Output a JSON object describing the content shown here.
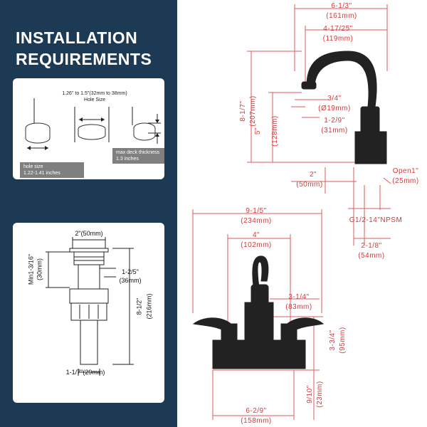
{
  "title": {
    "line1": "INSTALLATION",
    "line2": "REQUIREMENTS"
  },
  "hole_card": {
    "hole_size_range": "1.26\" to 1.5\"(32mm to 38mm)",
    "hole_size_label": "Hole Size",
    "deck_note_line1": "max deck thickness",
    "deck_note_line2": "1.3 inches",
    "hole_note_line1": "hole size",
    "hole_note_line2": "1.22-1.41 inches"
  },
  "drain_card": {
    "top_width": "2\"(50mm)",
    "min_height": "Min1-3/16\"",
    "min_height_mm": "(30mm)",
    "side_width": "1-2/5\"",
    "side_width_mm": "(36mm)",
    "total_height": "8-1/2\"",
    "total_height_mm": "(216mm)",
    "bottom_width": "1-1/7\"(29mm)"
  },
  "side_view": {
    "reach_total": "6-1/3\"",
    "reach_total_mm": "(161mm)",
    "reach_spout": "4-17/25\"",
    "reach_spout_mm": "(119mm)",
    "height": "8-1/7\"",
    "height_mm": "(207mm)",
    "aerator": "3/4\"",
    "aerator_mm": "(Ø19mm)",
    "spout_clear": "1-2/9\"",
    "spout_clear_mm": "(31mm)",
    "spout_height": "5\"",
    "spout_height_mm": "(128mm)",
    "base_offset": "2\"",
    "base_offset_mm": "(50mm)",
    "open_label": "Open1\"",
    "open_mm": "(25mm)",
    "thread": "G1/2-14\"NPSM",
    "shank": "2-1/8\"",
    "shank_mm": "(54mm)"
  },
  "front_view": {
    "width_total": "9-1/5\"",
    "width_total_mm": "(234mm)",
    "center_spread": "4\"",
    "center_spread_mm": "(102mm)",
    "handle_height": "3-1/4\"",
    "handle_height_mm": "(83mm)",
    "base_height": "3-3/4\"",
    "base_height_mm": "(95mm)",
    "shank_len": "9/10\"",
    "shank_len_mm": "(23mm)",
    "base_width": "6-2/9\"",
    "base_width_mm": "(158mm)"
  }
}
